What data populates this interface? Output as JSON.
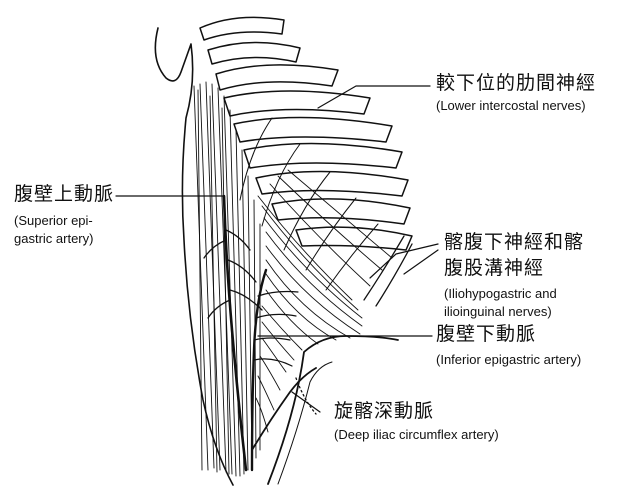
{
  "diagram": {
    "labels": {
      "lower_intercostal_zh": "較下位的肋間神經",
      "lower_intercostal_en": "(Lower intercostal nerves)",
      "sup_epigastric_zh": "腹壁上動脈",
      "sup_epigastric_en_1": "(Superior epi-",
      "sup_epigastric_en_2": "gastric artery)",
      "ilio_zh_1": "髂腹下神經和髂",
      "ilio_zh_2": "腹股溝神經",
      "ilio_en_1": "(Iliohypogastric and",
      "ilio_en_2": "ilioinguinal nerves)",
      "inf_epigastric_zh": "腹壁下動脈",
      "inf_epigastric_en": "(Inferior epigastric artery)",
      "deep_iliac_zh": "旋髂深動脈",
      "deep_iliac_en": "(Deep iliac circumflex artery)"
    },
    "colors": {
      "ink": "#111111",
      "background": "#ffffff"
    }
  }
}
